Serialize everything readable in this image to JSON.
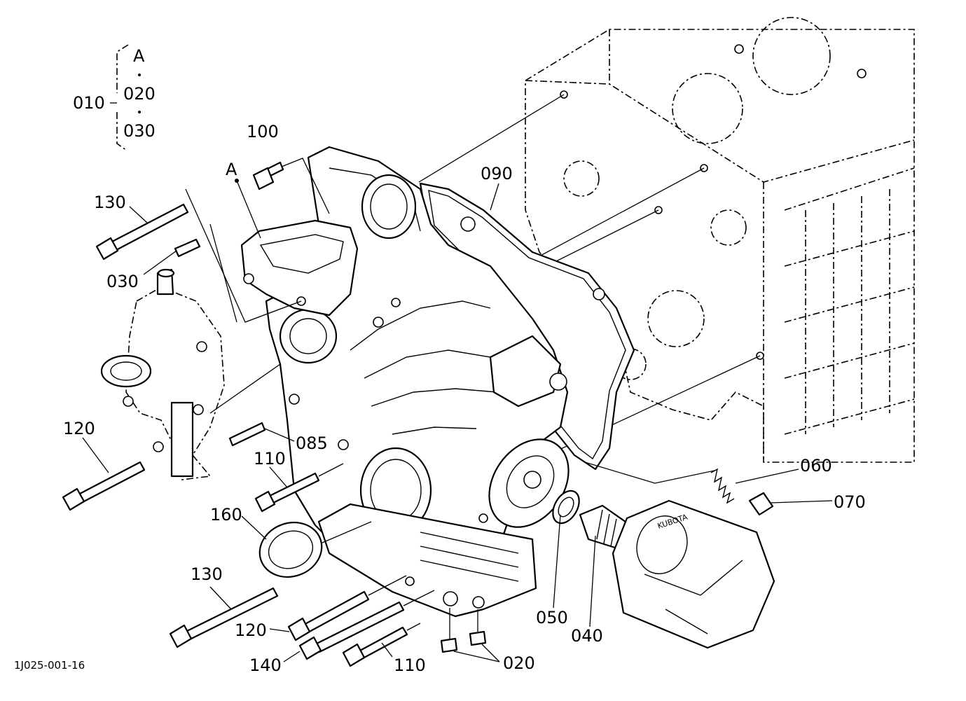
{
  "group": {
    "top_letter": "A",
    "parent": "010",
    "members": [
      "020",
      "030"
    ]
  },
  "callouts": {
    "p100": "100",
    "pA": "A",
    "p130_top": "130",
    "p030": "030",
    "p090": "090",
    "p120_left": "120",
    "p085": "085",
    "p110_mid": "110",
    "p160": "160",
    "p130_bottom": "130",
    "p120_bottom": "120",
    "p140": "140",
    "p110_bottom": "110",
    "p020": "020",
    "p050": "050",
    "p040": "040",
    "p060": "060",
    "p070": "070"
  },
  "drawing_code": "1J025-001-16"
}
